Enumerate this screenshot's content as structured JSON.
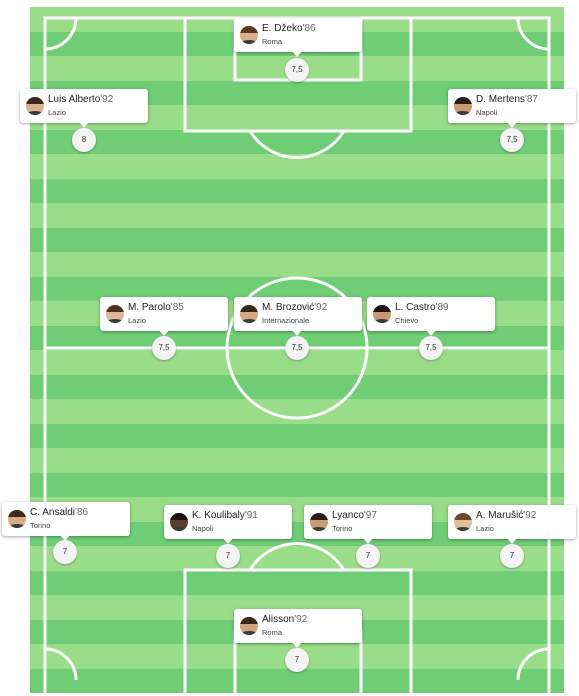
{
  "colors": {
    "stripe_light": "#99dd88",
    "stripe_dark": "#6fcd75",
    "lines": "#ffffff"
  },
  "players": [
    {
      "name": "E. Džeko",
      "year": "'86",
      "club": "Roma",
      "rating": "7,5",
      "skin": "#d8b08a",
      "hair": "#5a3a24"
    },
    {
      "name": "Luis Alberto",
      "year": "'92",
      "club": "Lazio",
      "rating": "8",
      "skin": "#d9b38e",
      "hair": "#3b2a1c"
    },
    {
      "name": "D. Mertens",
      "year": "'87",
      "club": "Napoli",
      "rating": "7,5",
      "skin": "#c99a72",
      "hair": "#2a1d14"
    },
    {
      "name": "M. Parolo",
      "year": "'85",
      "club": "Lazio",
      "rating": "7,5",
      "skin": "#dcb896",
      "hair": "#4a3322"
    },
    {
      "name": "M. Brozović",
      "year": "'92",
      "club": "Internazionale",
      "rating": "7,5",
      "skin": "#d4a880",
      "hair": "#3a281a"
    },
    {
      "name": "L. Castro",
      "year": "'89",
      "club": "Chievo",
      "rating": "7,5",
      "skin": "#c89a72",
      "hair": "#1e1510"
    },
    {
      "name": "C. Ansaldi",
      "year": "'86",
      "club": "Torino",
      "rating": "7",
      "skin": "#d6ab85",
      "hair": "#3d2a1b"
    },
    {
      "name": "K. Koulibaly",
      "year": "'91",
      "club": "Napoli",
      "rating": "7",
      "skin": "#5a3d2b",
      "hair": "#1a120c"
    },
    {
      "name": "Lyanco",
      "year": "'97",
      "club": "Torino",
      "rating": "7",
      "skin": "#c99b74",
      "hair": "#2a1d14"
    },
    {
      "name": "A. Marušić",
      "year": "'92",
      "club": "Lazio",
      "rating": "7",
      "skin": "#e0bf9c",
      "hair": "#6a4a30"
    },
    {
      "name": "Alisson",
      "year": "'92",
      "club": "Roma",
      "rating": "7",
      "skin": "#d0a47e",
      "hair": "#3a281a"
    }
  ]
}
